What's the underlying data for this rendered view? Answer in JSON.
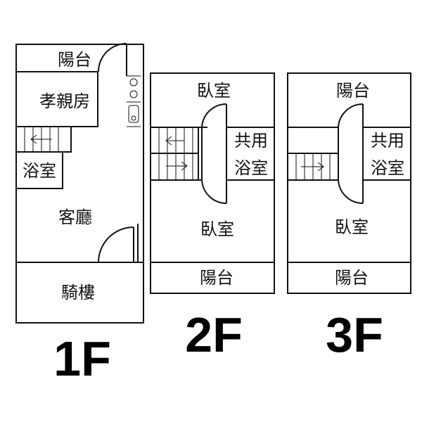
{
  "floor_1": {
    "caption": "1F",
    "rooms": {
      "balcony": "陽台",
      "parents_room": "孝親房",
      "bathroom": "浴室",
      "living_room": "客廳",
      "arcade": "騎樓"
    }
  },
  "floor_2": {
    "caption": "2F",
    "rooms": {
      "bedroom_top": "臥室",
      "shared_bath_line1": "共用",
      "shared_bath_line2": "浴室",
      "bedroom_main": "臥室",
      "balcony": "陽台"
    }
  },
  "floor_3": {
    "caption": "3F",
    "rooms": {
      "balcony_top": "陽台",
      "shared_bath_line1": "共用",
      "shared_bath_line2": "浴室",
      "bedroom_main": "臥室",
      "balcony_bottom": "陽台"
    }
  }
}
